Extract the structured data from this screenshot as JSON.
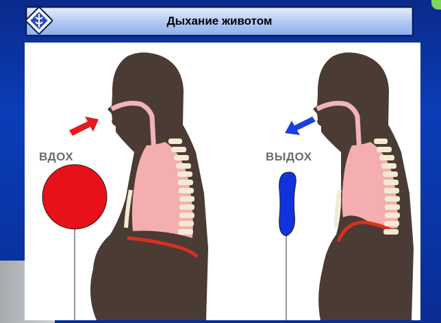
{
  "title": "Дыхание животом",
  "labels": {
    "inhale": "ВДОХ",
    "exhale": "ВЫДОХ"
  },
  "colors": {
    "inhale_arrow": "#e21b1b",
    "exhale_arrow": "#1c3fe0",
    "silhouette": "#4a3b34",
    "lung": "#f4aeb0",
    "diaphragm": "#d9301f",
    "spine": "#f3ead2"
  },
  "icons": {
    "logo": "caduceus-diamond-icon"
  }
}
